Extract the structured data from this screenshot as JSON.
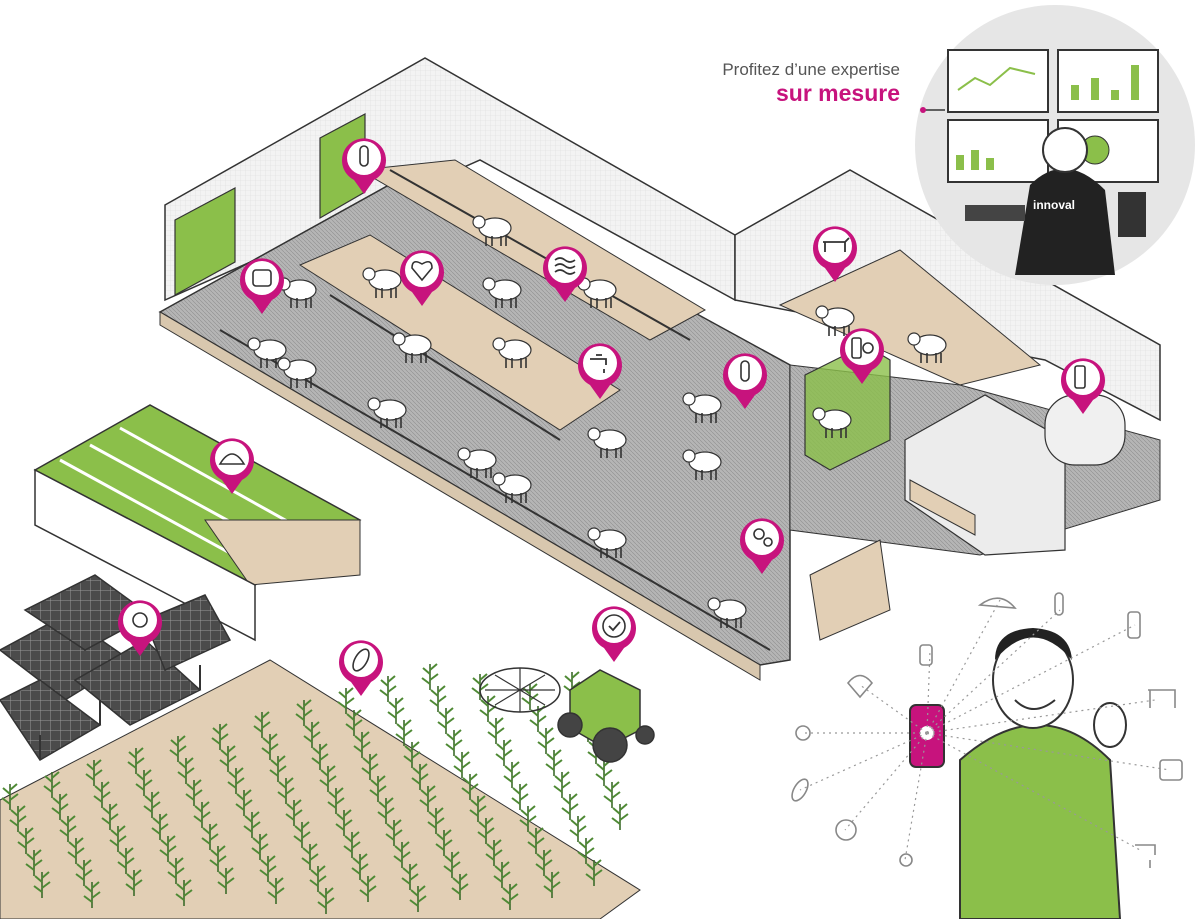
{
  "headline": {
    "line1": "Profitez d’une expertise",
    "line2": "sur mesure"
  },
  "brand": {
    "logo_text": "innoval"
  },
  "colors": {
    "accent": "#c7137d",
    "green": "#8bbf4a",
    "floor": "#a9a9a9",
    "straw": "#e2cfb5",
    "line": "#333333"
  },
  "map_markers": [
    {
      "name": "thermometer-marker-1",
      "icon": "thermometer-icon"
    },
    {
      "name": "feed-bag-marker",
      "icon": "feed-bag-icon"
    },
    {
      "name": "heart-rate-marker",
      "icon": "heart-rate-icon"
    },
    {
      "name": "air-flow-marker",
      "icon": "air-flow-icon"
    },
    {
      "name": "water-tap-marker",
      "icon": "water-tap-icon"
    },
    {
      "name": "thermometer-marker-2",
      "icon": "thermometer-icon"
    },
    {
      "name": "cow-marker",
      "icon": "cow-icon"
    },
    {
      "name": "milk-settings-marker",
      "icon": "milk-settings-icon"
    },
    {
      "name": "milk-tank-marker",
      "icon": "milk-tank-icon"
    },
    {
      "name": "fertility-marker",
      "icon": "sperm-cell-icon"
    },
    {
      "name": "silage-marker",
      "icon": "powder-icon"
    },
    {
      "name": "solar-marker",
      "icon": "sun-icon"
    },
    {
      "name": "corn-marker",
      "icon": "corn-icon"
    },
    {
      "name": "tractor-check-marker",
      "icon": "check-clock-icon"
    }
  ]
}
